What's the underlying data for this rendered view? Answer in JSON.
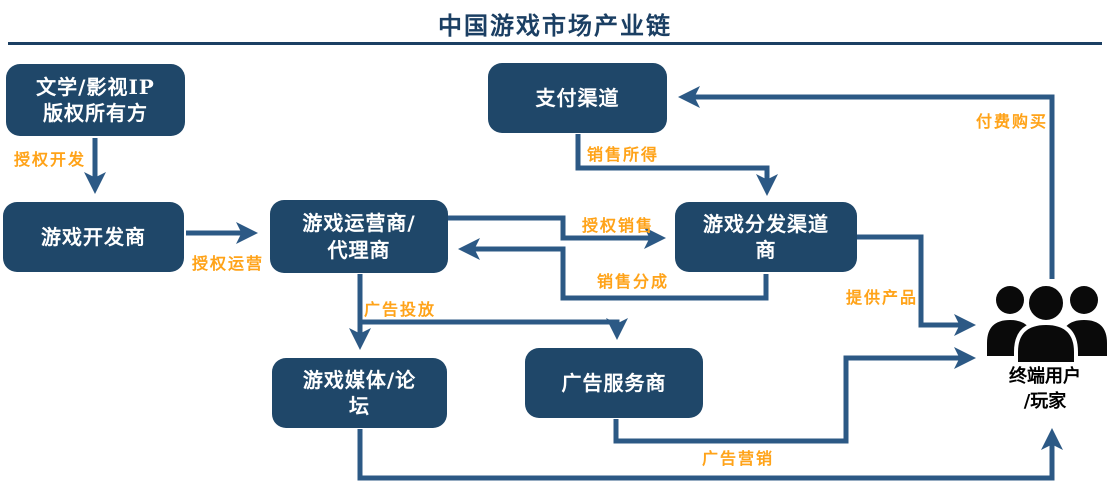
{
  "title": "中国游戏市场产业链",
  "colors": {
    "box_fill": "#1f4769",
    "connector": "#2c5985",
    "edge_label": "#ffa319",
    "title_text": "#1b3f63",
    "end_user_icon": "#000000"
  },
  "boxes": {
    "ip": {
      "lines": [
        "文学/影视IP",
        "版权所有方"
      ]
    },
    "developer": {
      "lines": [
        "游戏开发商"
      ]
    },
    "operator": {
      "lines": [
        "游戏运营商/",
        "代理商"
      ]
    },
    "payment": {
      "lines": [
        "支付渠道"
      ]
    },
    "distributor": {
      "lines": [
        "游戏分发渠道",
        "商"
      ]
    },
    "media": {
      "lines": [
        "游戏媒体/论",
        "坛"
      ]
    },
    "adservice": {
      "lines": [
        "广告服务商"
      ]
    }
  },
  "edge_labels": {
    "license_dev": "授权开发",
    "license_op": "授权运营",
    "license_sale": "授权销售",
    "sales_share": "销售分成",
    "sales_income": "销售所得",
    "paid_purchase": "付费购买",
    "provide_product": "提供产品",
    "ad_placement": "广告投放",
    "ad_marketing": "广告营销"
  },
  "end_user": {
    "lines": [
      "终端用户",
      "/玩家"
    ]
  }
}
